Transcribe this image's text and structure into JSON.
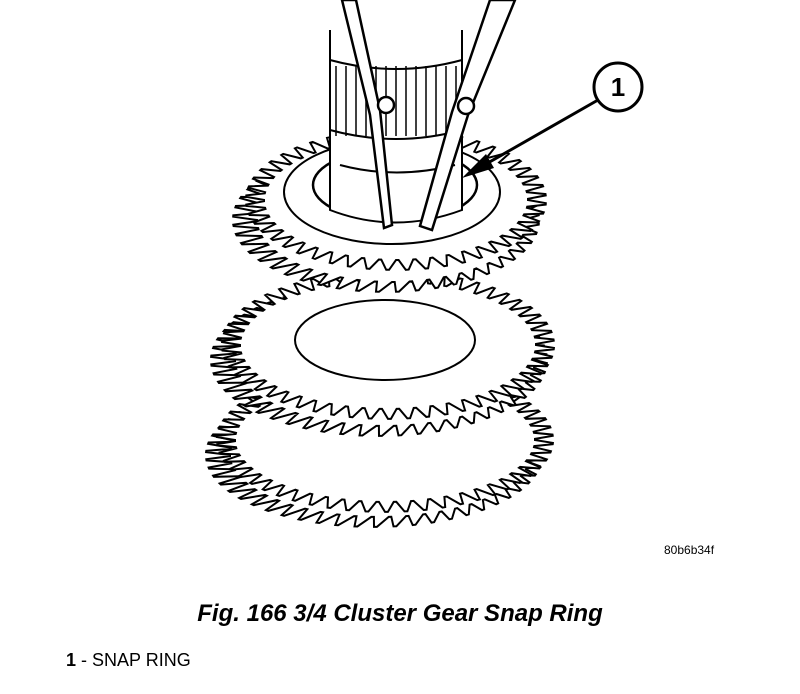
{
  "figure": {
    "code": "80b6b34f",
    "callout_number": "1",
    "caption": "Fig. 166 3/4 Cluster Gear Snap Ring"
  },
  "legend": [
    {
      "number": "1",
      "label": "- SNAP RING"
    }
  ],
  "icons": [
    "gear-cluster-illustration",
    "snap-ring-pliers-illustration",
    "callout-circle-icon"
  ],
  "colors": {
    "ink": "#000000",
    "paper": "#ffffff"
  }
}
